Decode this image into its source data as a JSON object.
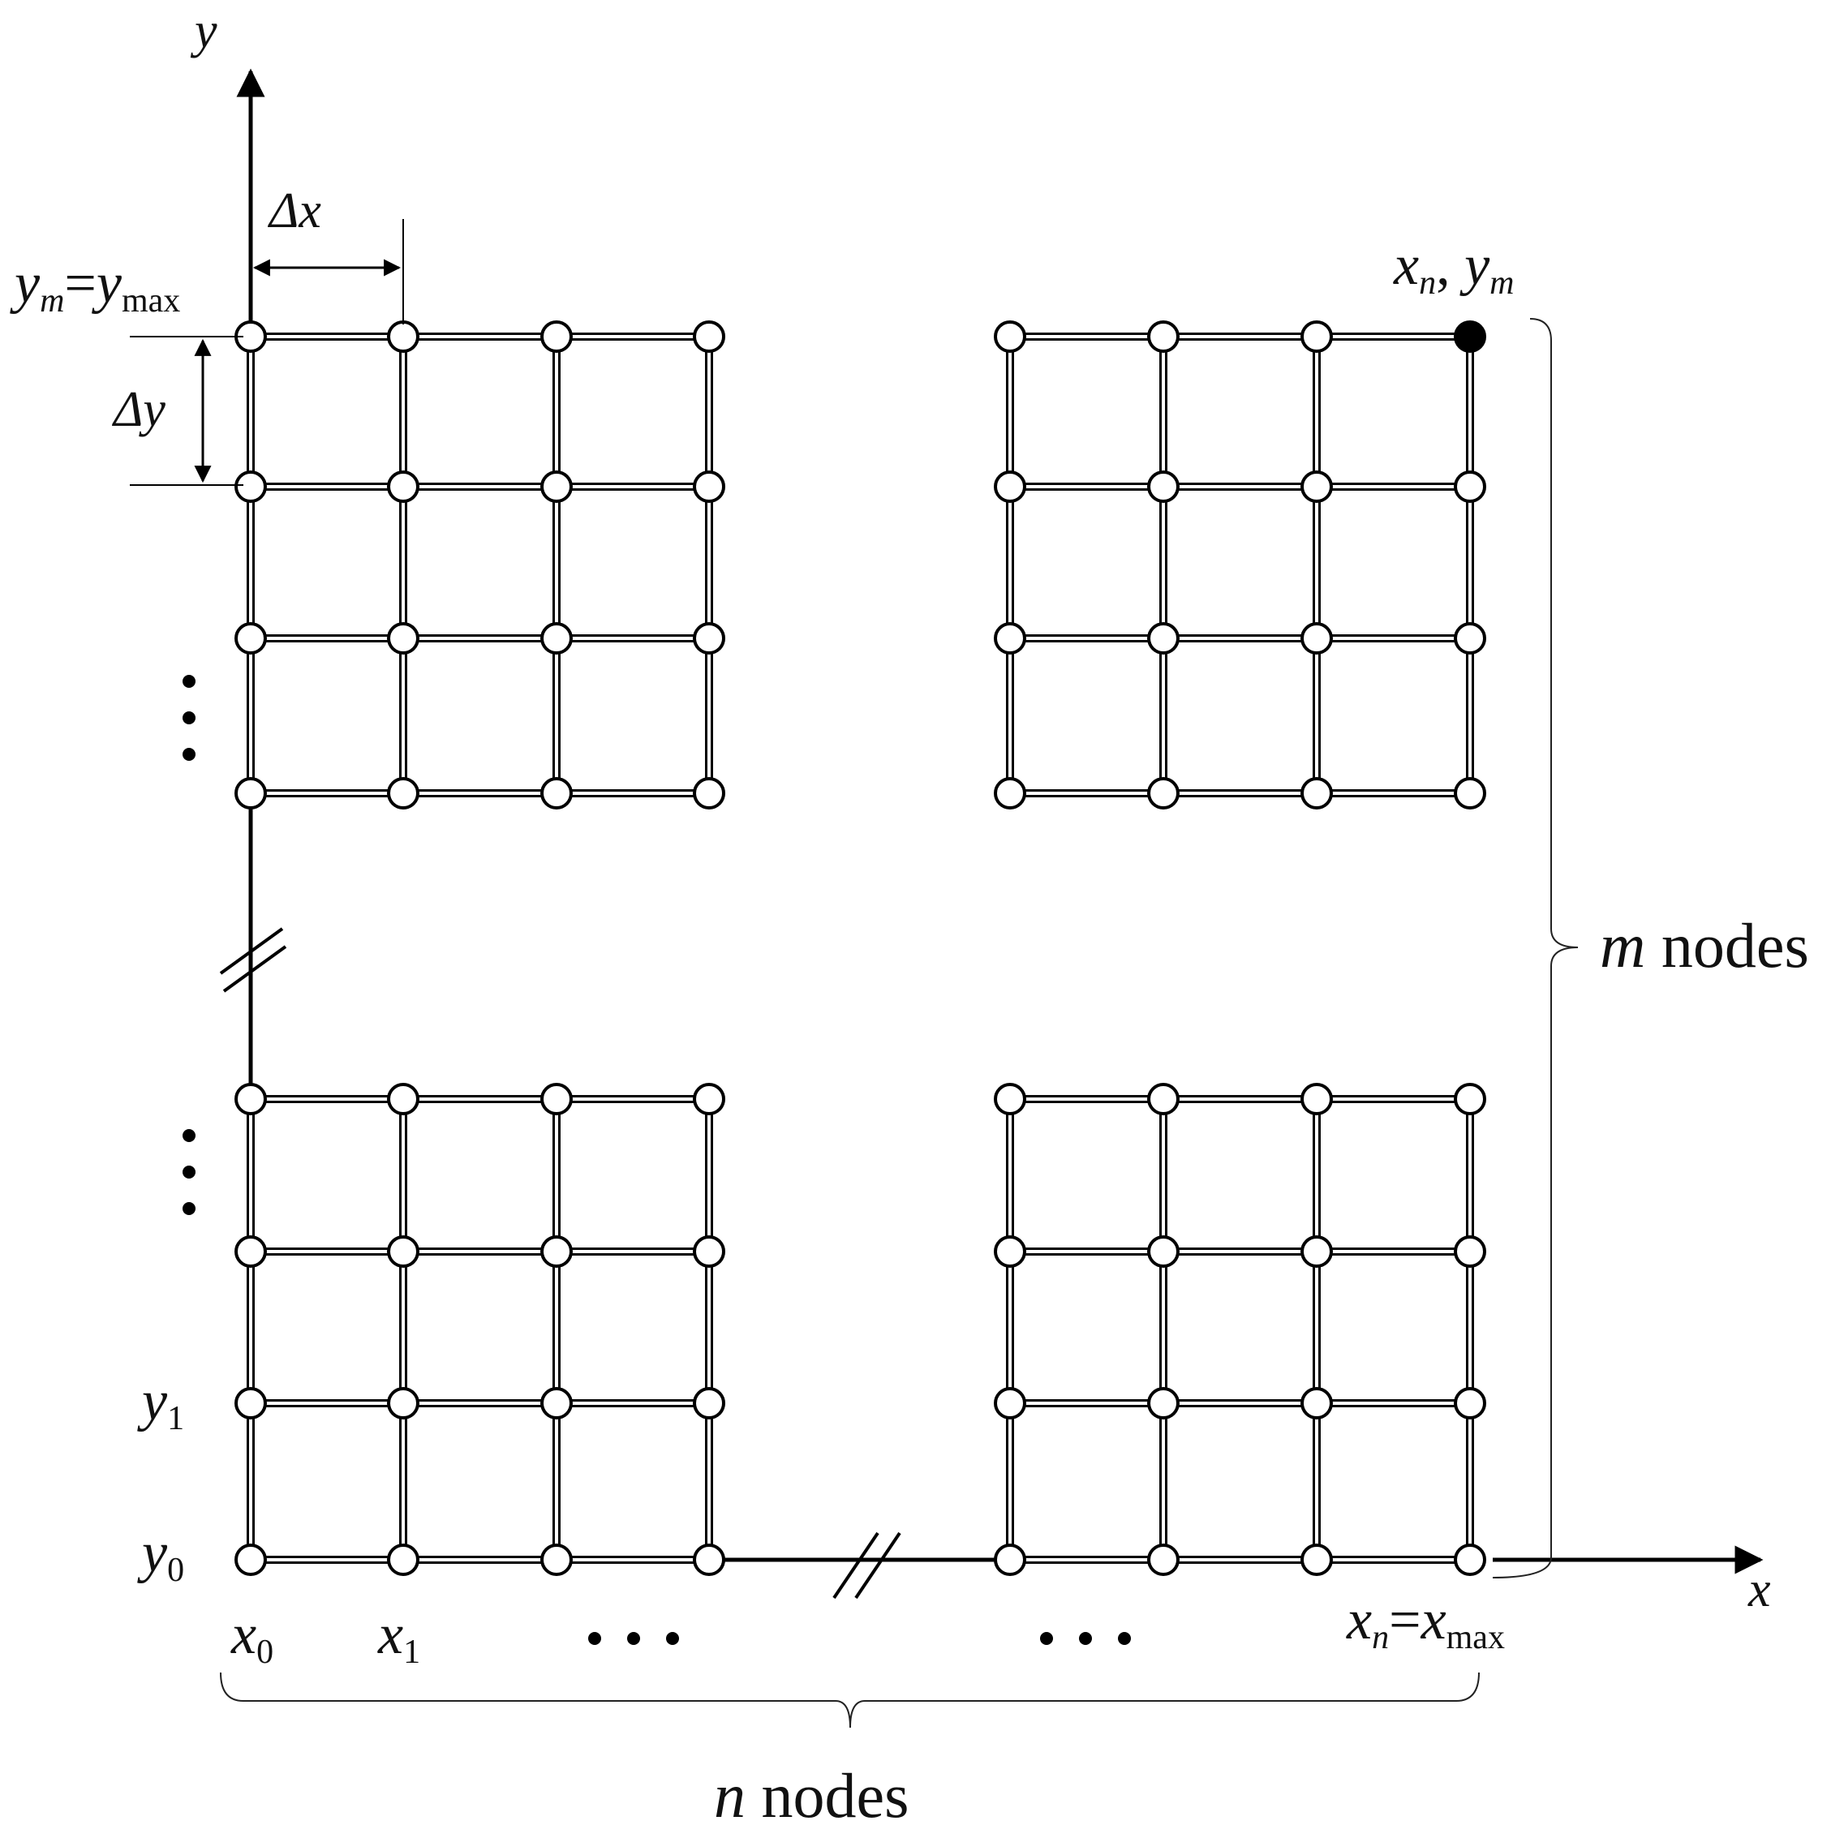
{
  "axes": {
    "x_label": "x",
    "y_label": "y"
  },
  "spacing": {
    "dx_symbol": "Δ",
    "dx_var": "x",
    "dy_symbol": "Δ",
    "dy_var": "y"
  },
  "corner_labels": {
    "y_max": {
      "lhs": "y",
      "lhs_sub": "m",
      "eq": "=",
      "rhs": "y",
      "rhs_sub": "max"
    },
    "x_max": {
      "lhs": "x",
      "lhs_sub": "n",
      "eq": "=",
      "rhs": "x",
      "rhs_sub": "max"
    },
    "corner_node": {
      "x": "x",
      "x_sub": "n",
      "sep": ", ",
      "y": "y",
      "y_sub": "m"
    }
  },
  "tick_labels": {
    "x0": {
      "var": "x",
      "sub": "0"
    },
    "x1": {
      "var": "x",
      "sub": "1"
    },
    "y0": {
      "var": "y",
      "sub": "0"
    },
    "y1": {
      "var": "y",
      "sub": "1"
    }
  },
  "ellipsis": "• • •",
  "braces": {
    "m_nodes": {
      "var": "m",
      "text": " nodes"
    },
    "n_nodes": {
      "var": "n",
      "text": " nodes"
    }
  },
  "node_style": {
    "open_fill": "#ffffff",
    "filled_fill": "#000000",
    "stroke": "#000000"
  }
}
